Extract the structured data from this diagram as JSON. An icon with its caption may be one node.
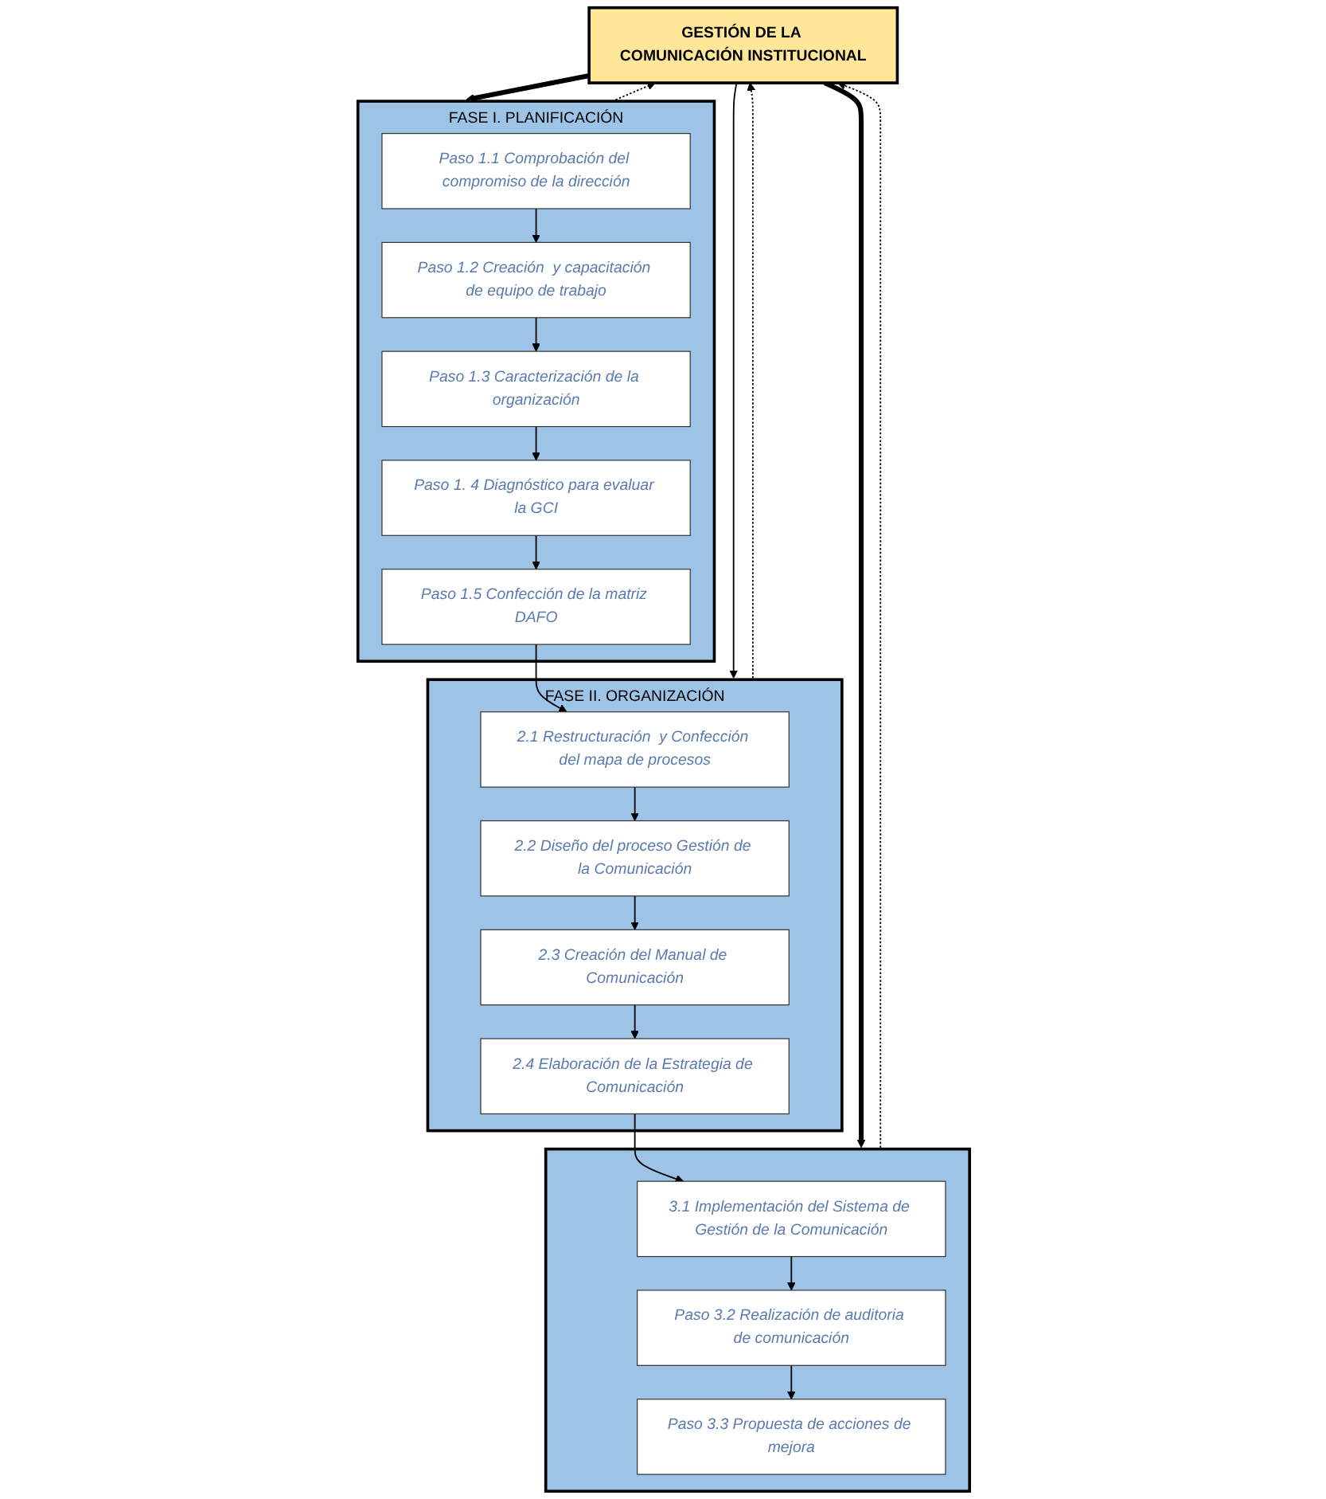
{
  "diagram": {
    "nodes": [
      {
        "text": [
          "GESTIÓN DE LA COMUNICACIÓN INSTITUCIONAL"
        ]
      },
      {
        "text": [
          "FASE I. PLANIFICACIÓN"
        ]
      },
      {
        "text": [
          "Paso 1.1 Comprobación del compromiso de la dirección"
        ],
        "in": 1
      },
      {
        "text": [
          "Paso 1.2 Creación  y capacitación de equipo de trabajo"
        ],
        "in": 1
      },
      {
        "text": [
          "Paso 1.3 Caracterización de la organización"
        ],
        "in": 1
      },
      {
        "text": [
          "Paso 1. 4 Diagnóstico para evaluar la GCI"
        ],
        "in": 1
      },
      {
        "text": [
          "Paso 1.5 Confección de la matriz DAFO"
        ],
        "in": 1
      },
      {
        "text": [
          "FASE II. ORGANIZACIÓN"
        ]
      },
      {
        "text": [
          "2.1 Restructuración  y Confección del mapa de procesos"
        ],
        "in": 7
      },
      {
        "text": [
          "2.2 Diseño del proceso Gestión de la Comunicación"
        ],
        "in": 7
      },
      {
        "text": [
          "2.3 Creación del Manual de Comunicación"
        ],
        "in": 7
      },
      {
        "text": [
          "2.4 Elaboración de la Estrategia de Comunicación"
        ],
        "in": 7
      },
      {
        "text": [],
        "shape": "box"
      },
      {
        "text": [
          "3.1 Implementación del Sistema de Gestión de la Comunicación"
        ],
        "in": 12
      },
      {
        "text": [
          "Paso 3.2 Realización de auditoria de comunicación"
        ],
        "in": 12
      },
      {
        "text": [
          "Paso 3.3 Propuesta de acciones de mejora"
        ],
        "in": 12
      }
    ],
    "edges": [
      {
        "from": 0,
        "to": 1,
        "arrow": "to",
        "style": "thick"
      },
      {
        "from": 1,
        "to": 0,
        "arrow": "to",
        "style": "dashed"
      },
      {
        "from": 0,
        "to": 7,
        "arrow": "to"
      },
      {
        "from": 7,
        "to": 0,
        "arrow": "to",
        "style": "dashed"
      },
      {
        "from": 0,
        "to": 12,
        "arrow": "to",
        "style": "thick"
      },
      {
        "from": 12,
        "to": 0,
        "arrow": "to",
        "style": "dashed"
      },
      {
        "from": 2,
        "to": 3,
        "arrow": "to"
      },
      {
        "from": 3,
        "to": 4,
        "arrow": "to"
      },
      {
        "from": 4,
        "to": 5,
        "arrow": "to"
      },
      {
        "from": 5,
        "to": 6,
        "arrow": "to"
      },
      {
        "from": 6,
        "to": 8,
        "arrow": "to"
      },
      {
        "from": 8,
        "to": 9,
        "arrow": "to"
      },
      {
        "from": 9,
        "to": 10,
        "arrow": "to"
      },
      {
        "from": 10,
        "to": 11,
        "arrow": "to"
      },
      {
        "from": 11,
        "to": 13,
        "arrow": "to"
      },
      {
        "from": 13,
        "to": 14,
        "arrow": "to"
      },
      {
        "from": 14,
        "to": 15,
        "arrow": "to"
      }
    ]
  }
}
